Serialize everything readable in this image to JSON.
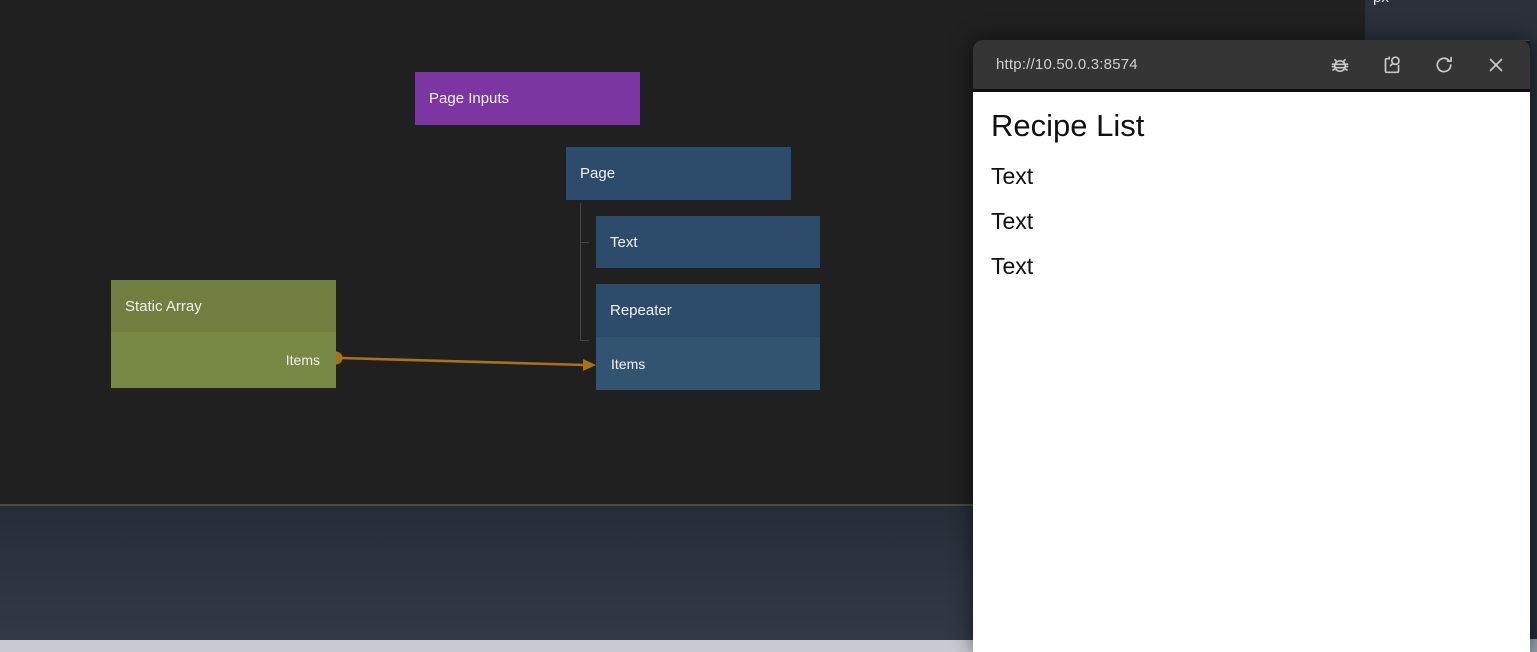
{
  "canvas": {
    "nodes": {
      "page_inputs": {
        "label": "Page Inputs",
        "color": "#7c36a2"
      },
      "page": {
        "label": "Page",
        "color": "#2d4c6b"
      },
      "text": {
        "label": "Text",
        "color": "#2d4c6b"
      },
      "repeater": {
        "label": "Repeater",
        "color": "#2d4c6b",
        "port_label": "Items"
      },
      "static_array": {
        "label": "Static Array",
        "color": "#707f40",
        "port_label": "Items"
      }
    },
    "connection": {
      "from": "Static Array / Items",
      "to": "Repeater / Items",
      "color": "#a8711d"
    }
  },
  "preview": {
    "url": "http://10.50.0.3:8574",
    "toolbar_icons": [
      "debug-bug-icon",
      "open-in-browser-icon",
      "refresh-icon",
      "close-icon"
    ],
    "content": {
      "title": "Recipe List",
      "items": [
        "Text",
        "Text",
        "Text"
      ]
    }
  },
  "top_right_panel": {
    "unit_label": "px"
  },
  "colors": {
    "canvas_bg": "#202020",
    "node_blue": "#2d4c6b",
    "node_blue_port_row": "#335471",
    "node_purple": "#7c36a2",
    "node_olive": "#707f40",
    "node_olive_port_row": "#788845",
    "wire_orange": "#a8711d",
    "preview_header_bg": "#353535",
    "bottom_panel_bg": "#2d333e",
    "scrollbar_track": "#c8cad1"
  }
}
